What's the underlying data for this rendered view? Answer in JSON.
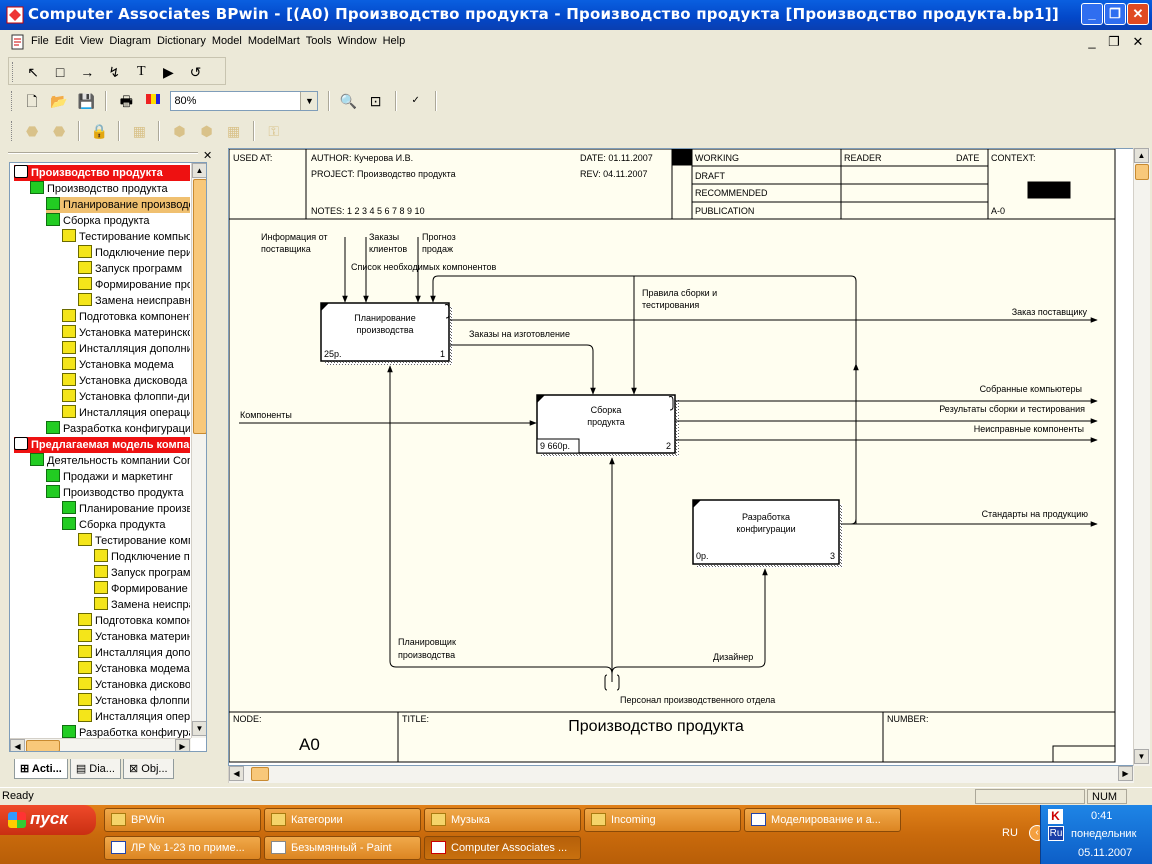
{
  "window": {
    "title": "Computer Associates BPwin - [(A0) Производство продукта - Производство продукта  [Производство продукта.bp1]]"
  },
  "menu": [
    "File",
    "Edit",
    "View",
    "Diagram",
    "Dictionary",
    "Model",
    "ModelMart",
    "Tools",
    "Window",
    "Help"
  ],
  "toolbar": {
    "zoom_value": "80%"
  },
  "tree": [
    {
      "label": "Производство продукта",
      "level": 0,
      "icon": "red",
      "style": "hl"
    },
    {
      "label": "Производство продукта",
      "level": 1,
      "icon": "green",
      "style": ""
    },
    {
      "label": "Планирование производства",
      "level": 2,
      "icon": "green",
      "style": "sel"
    },
    {
      "label": "Сборка продукта",
      "level": 2,
      "icon": "green",
      "style": ""
    },
    {
      "label": "Тестирование компьютера",
      "level": 3,
      "icon": "yellow",
      "style": ""
    },
    {
      "label": "Подключение периферии",
      "level": 4,
      "icon": "yellow",
      "style": ""
    },
    {
      "label": "Запуск программ",
      "level": 4,
      "icon": "yellow",
      "style": ""
    },
    {
      "label": "Формирование протокола",
      "level": 4,
      "icon": "yellow",
      "style": ""
    },
    {
      "label": "Замена неисправных",
      "level": 4,
      "icon": "yellow",
      "style": ""
    },
    {
      "label": "Подготовка компонентов",
      "level": 3,
      "icon": "yellow",
      "style": ""
    },
    {
      "label": "Установка материнской",
      "level": 3,
      "icon": "yellow",
      "style": ""
    },
    {
      "label": "Инсталляция дополнительных",
      "level": 3,
      "icon": "yellow",
      "style": ""
    },
    {
      "label": "Установка модема",
      "level": 3,
      "icon": "yellow",
      "style": ""
    },
    {
      "label": "Установка дисковода",
      "level": 3,
      "icon": "yellow",
      "style": ""
    },
    {
      "label": "Установка флоппи-дисковода",
      "level": 3,
      "icon": "yellow",
      "style": ""
    },
    {
      "label": "Инсталляция операционной",
      "level": 3,
      "icon": "yellow",
      "style": ""
    },
    {
      "label": "Разработка конфигурации",
      "level": 2,
      "icon": "green",
      "style": ""
    },
    {
      "label": "Предлагаемая модель компании",
      "level": 0,
      "icon": "red",
      "style": "hl"
    },
    {
      "label": "Деятельность компании Computers",
      "level": 1,
      "icon": "green",
      "style": ""
    },
    {
      "label": "Продажи и маркетинг",
      "level": 2,
      "icon": "green",
      "style": ""
    },
    {
      "label": "Производство продукта",
      "level": 2,
      "icon": "green",
      "style": ""
    },
    {
      "label": "Планирование производства",
      "level": 3,
      "icon": "green",
      "style": ""
    },
    {
      "label": "Сборка продукта",
      "level": 3,
      "icon": "green",
      "style": ""
    },
    {
      "label": "Тестирование компьютера",
      "level": 4,
      "icon": "yellow",
      "style": ""
    },
    {
      "label": "Подключение периферии",
      "level": 5,
      "icon": "yellow",
      "style": ""
    },
    {
      "label": "Запуск программ",
      "level": 5,
      "icon": "yellow",
      "style": ""
    },
    {
      "label": "Формирование протокола",
      "level": 5,
      "icon": "yellow",
      "style": ""
    },
    {
      "label": "Замена неисправных",
      "level": 5,
      "icon": "yellow",
      "style": ""
    },
    {
      "label": "Подготовка компонентов",
      "level": 4,
      "icon": "yellow",
      "style": ""
    },
    {
      "label": "Установка материнской",
      "level": 4,
      "icon": "yellow",
      "style": ""
    },
    {
      "label": "Инсталляция дополнительных",
      "level": 4,
      "icon": "yellow",
      "style": ""
    },
    {
      "label": "Установка модема",
      "level": 4,
      "icon": "yellow",
      "style": ""
    },
    {
      "label": "Установка дисковода",
      "level": 4,
      "icon": "yellow",
      "style": ""
    },
    {
      "label": "Установка флоппи-дисковода",
      "level": 4,
      "icon": "yellow",
      "style": ""
    },
    {
      "label": "Инсталляция операционной",
      "level": 4,
      "icon": "yellow",
      "style": ""
    },
    {
      "label": "Разработка конфигурации",
      "level": 3,
      "icon": "green",
      "style": ""
    }
  ],
  "tabs": [
    "Acti...",
    "Dia...",
    "Obj..."
  ],
  "diagram": {
    "header": {
      "used_at": "USED AT:",
      "author": "AUTHOR:  Кучерова И.В.",
      "project": "PROJECT:  Производство продукта",
      "date": "DATE: 01.11.2007",
      "rev": "REV:    04.11.2007",
      "notes": "NOTES:  1  2  3  4  5  6  7  8  9  10",
      "status": [
        "WORKING",
        "DRAFT",
        "RECOMMENDED",
        "PUBLICATION"
      ],
      "reader": "READER",
      "reader_date": "DATE",
      "context": "CONTEXT:",
      "context_node": "A-0"
    },
    "boxes": [
      {
        "title_lines": [
          "Планирование",
          "производства"
        ],
        "cost": "25р.",
        "num": "1"
      },
      {
        "title_lines": [
          "Сборка",
          "продукта"
        ],
        "cost": "9 660р.",
        "num": "2"
      },
      {
        "title_lines": [
          "Разработка",
          "конфигурации"
        ],
        "cost": "0р.",
        "num": "3"
      }
    ],
    "labels": {
      "info_supplier": [
        "Информация от",
        "поставщика"
      ],
      "orders_clients": [
        "Заказы",
        "клиентов"
      ],
      "sales_forecast": [
        "Прогноз",
        "продаж"
      ],
      "components_list": "Список необходимых компонентов",
      "assembly_rules": [
        "Правила сборки и",
        "тестирования"
      ],
      "supplier_order": "Заказ поставщику",
      "production_orders": "Заказы на изготовление",
      "components": "Компоненты",
      "assembled": "Собранные компьютеры",
      "test_results": "Результаты сборки и тестирования",
      "faulty": "Неисправные компоненты",
      "standards": "Стандарты на продукцию",
      "planner": [
        "Планировщик",
        "производства"
      ],
      "designer": "Дизайнер",
      "personnel": "Персонал производственного отдела"
    },
    "footer": {
      "node_label": "NODE:",
      "node": "A0",
      "title_label": "TITLE:",
      "title": "Производство продукта",
      "number_label": "NUMBER:"
    }
  },
  "status": {
    "text": "Ready",
    "num": "NUM"
  },
  "taskbar": {
    "start": "пуск",
    "row1": [
      "BPWin",
      "Категории",
      "Музыка",
      "Incoming",
      "Моделирование и а..."
    ],
    "row2": [
      "ЛР № 1-23 по приме...",
      "Безымянный - Paint",
      "Computer Associates ..."
    ],
    "lang": "RU",
    "tray_lang": "Ru",
    "time": "0:41",
    "day": "понедельник",
    "date": "05.11.2007"
  }
}
